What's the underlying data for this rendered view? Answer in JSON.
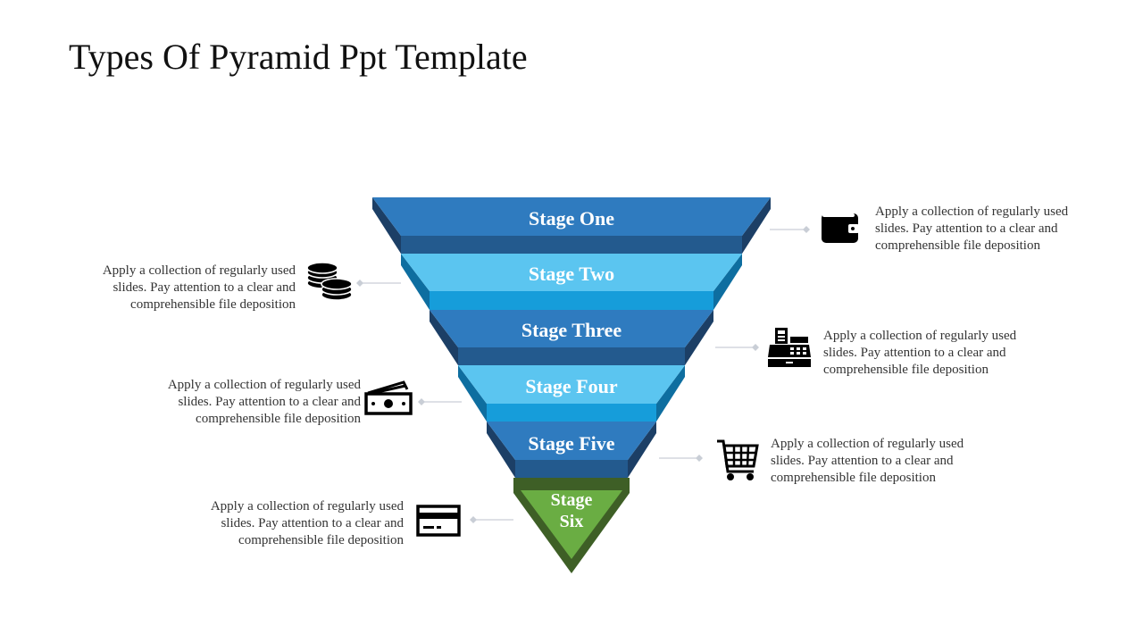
{
  "title": "Types Of Pyramid Ppt Template",
  "colors": {
    "blue_dark": "#2F7BBF",
    "blue_light": "#5BC5F0",
    "blue_band_dark": "#235A8E",
    "blue_band_light": "#169DDA",
    "side_dark": "#1C3F66",
    "side_light": "#0E6EA0",
    "green": "#6AAD43",
    "green_side": "#3E5F26",
    "connector": "#C9CED6"
  },
  "stages": [
    {
      "label": "Stage One"
    },
    {
      "label": "Stage Two"
    },
    {
      "label": "Stage Three"
    },
    {
      "label": "Stage Four"
    },
    {
      "label": "Stage Five"
    },
    {
      "label_line1": "Stage",
      "label_line2": "Six"
    }
  ],
  "descriptions": [
    {
      "side": "right",
      "icon": "wallet-icon",
      "text": "Apply a collection of regularly used slides. Pay attention to a clear and comprehensible file deposition"
    },
    {
      "side": "left",
      "icon": "coins-icon",
      "text": "Apply a collection of regularly used slides. Pay attention to a clear and comprehensible file deposition"
    },
    {
      "side": "right",
      "icon": "cash-register-icon",
      "text": "Apply a collection of regularly used slides. Pay attention to a clear and comprehensible file deposition"
    },
    {
      "side": "left",
      "icon": "banknotes-icon",
      "text": "Apply a collection of regularly used slides. Pay attention to a clear and comprehensible file deposition"
    },
    {
      "side": "right",
      "icon": "shopping-cart-icon",
      "text": "Apply a collection of regularly used slides. Pay attention to a clear and comprehensible file deposition"
    },
    {
      "side": "left",
      "icon": "credit-card-icon",
      "text": "Apply a collection of regularly used slides. Pay attention to a clear and comprehensible file deposition"
    }
  ]
}
